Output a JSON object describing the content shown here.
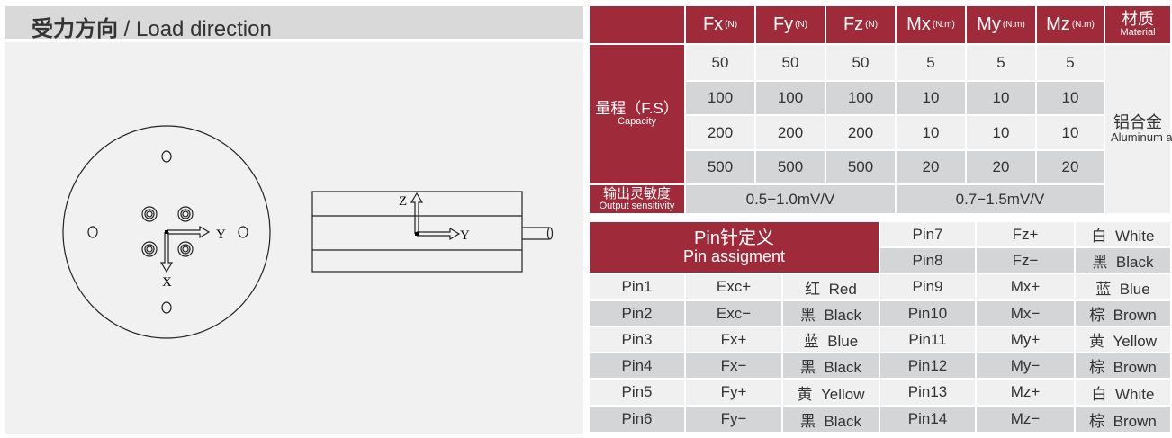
{
  "load_direction": {
    "title_cn": "受力方向",
    "title_sep": " / ",
    "title_en": "Load direction",
    "axis_labels": {
      "x": "X",
      "y": "Y",
      "z": "Z"
    }
  },
  "spec_table": {
    "headers": [
      {
        "name": "Fx",
        "unit": "(N)"
      },
      {
        "name": "Fy",
        "unit": "(N)"
      },
      {
        "name": "Fz",
        "unit": "(N)"
      },
      {
        "name": "Mx",
        "unit": "(N.m)"
      },
      {
        "name": "My",
        "unit": "(N.m)"
      },
      {
        "name": "Mz",
        "unit": "(N.m)"
      }
    ],
    "material_header_cn": "材质",
    "material_header_en": "Material",
    "capacity_label_cn": "量程（F.S）",
    "capacity_label_en": "Capacity",
    "rows": [
      [
        "50",
        "50",
        "50",
        "5",
        "5",
        "5"
      ],
      [
        "100",
        "100",
        "100",
        "10",
        "10",
        "10"
      ],
      [
        "200",
        "200",
        "200",
        "10",
        "10",
        "10"
      ],
      [
        "500",
        "500",
        "500",
        "20",
        "20",
        "20"
      ]
    ],
    "material_cn": "铝合金",
    "material_en": "Aluminum alloy",
    "sensitivity_label_cn": "输出灵敏度",
    "sensitivity_label_en": "Output sensitivity",
    "sensitivity_force": "0.5−1.0mV/V",
    "sensitivity_moment": "0.7−1.5mV/V"
  },
  "pin_table": {
    "title_cn": "Pin针定义",
    "title_en": "Pin assigment",
    "top_right": [
      [
        "Pin7",
        "Fz+",
        "白  White"
      ],
      [
        "Pin8",
        "Fz−",
        "黑  Black"
      ]
    ],
    "rows": [
      [
        "Pin1",
        "Exc+",
        "红  Red",
        "Pin9",
        "Mx+",
        "蓝  Blue"
      ],
      [
        "Pin2",
        "Exc−",
        "黑  Black",
        "Pin10",
        "Mx−",
        "棕  Brown"
      ],
      [
        "Pin3",
        "Fx+",
        "蓝  Blue",
        "Pin11",
        "My+",
        "黄  Yellow"
      ],
      [
        "Pin4",
        "Fx−",
        "黑  Black",
        "Pin12",
        "My−",
        "棕  Brown"
      ],
      [
        "Pin5",
        "Fy+",
        "黄  Yellow",
        "Pin13",
        "Mz+",
        "白  White"
      ],
      [
        "Pin6",
        "Fy−",
        "黑  Black",
        "Pin14",
        "Mz−",
        "棕  Brown"
      ]
    ]
  },
  "colors": {
    "accent": "#9e2a3a",
    "row_light": "#f0f0f0",
    "row_dark": "#d4d5d7"
  }
}
